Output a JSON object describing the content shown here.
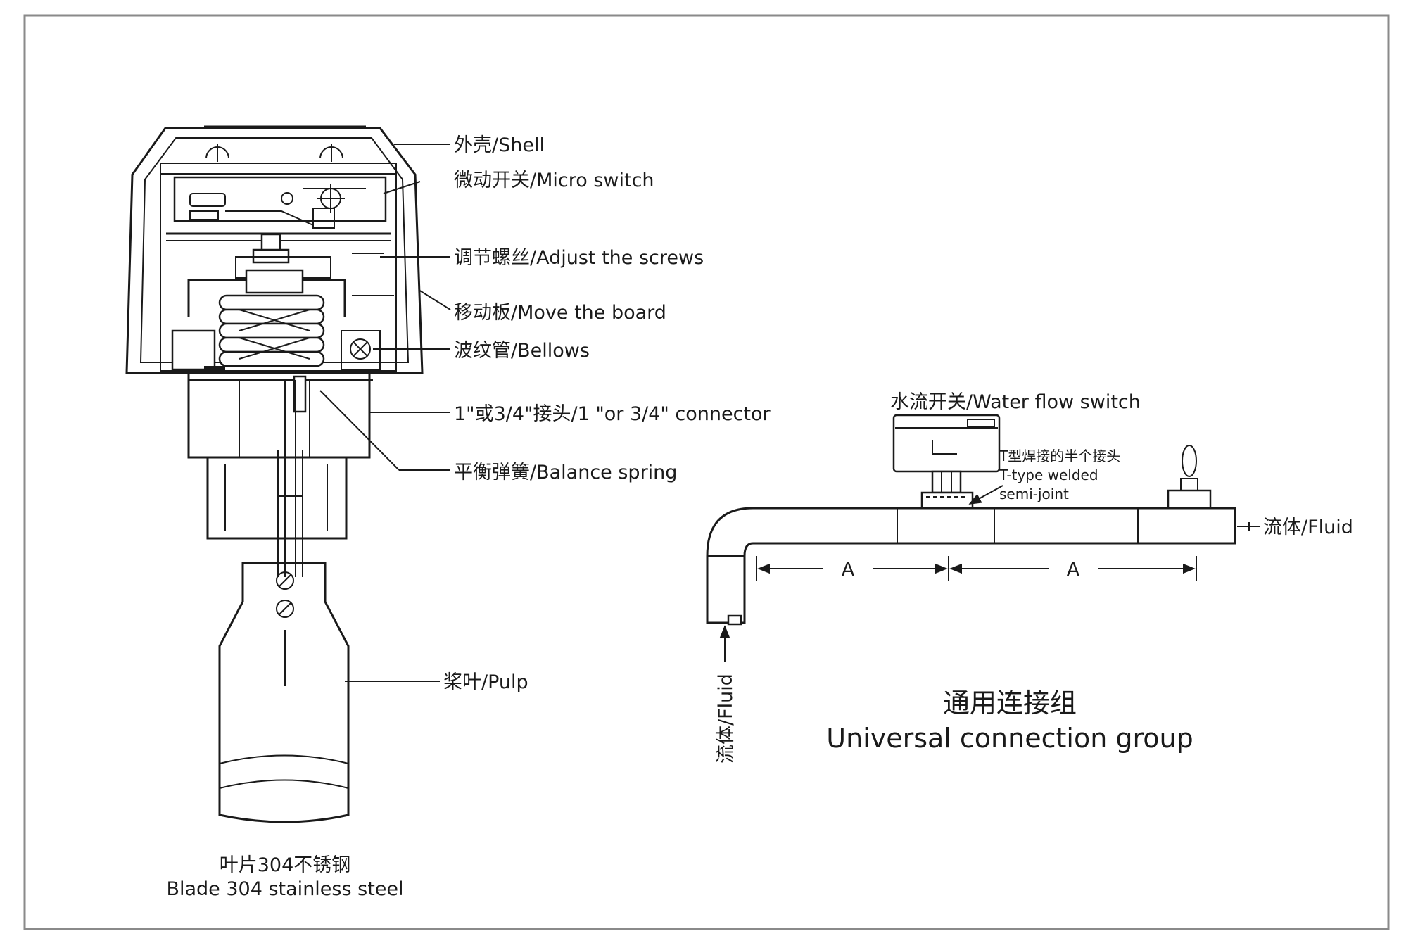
{
  "labels": {
    "shell": "外壳/Shell",
    "micro_switch": "微动开关/Micro switch",
    "adjust_screws": "调节螺丝/Adjust the screws",
    "move_board": "移动板/Move the board",
    "bellows": "波纹管/Bellows",
    "connector": "1\"或3/4\"接头/1 \"or 3/4\" connector",
    "balance_spring": "平衡弹簧/Balance spring",
    "pulp": "桨叶/Pulp",
    "blade_cn": "叶片304不锈钢",
    "blade_en": "Blade 304 stainless steel"
  },
  "connection": {
    "water_flow_switch": "水流开关/Water flow switch",
    "t_joint_line1": "T型焊接的半个接头",
    "t_joint_line2": "T-type welded",
    "t_joint_line3": "semi-joint",
    "fluid_right": "流体/Fluid",
    "fluid_left": "流体/Fluid",
    "dim_a1": "A",
    "dim_a2": "A",
    "title_cn": "通用连接组",
    "title_en": "Universal connection group"
  }
}
